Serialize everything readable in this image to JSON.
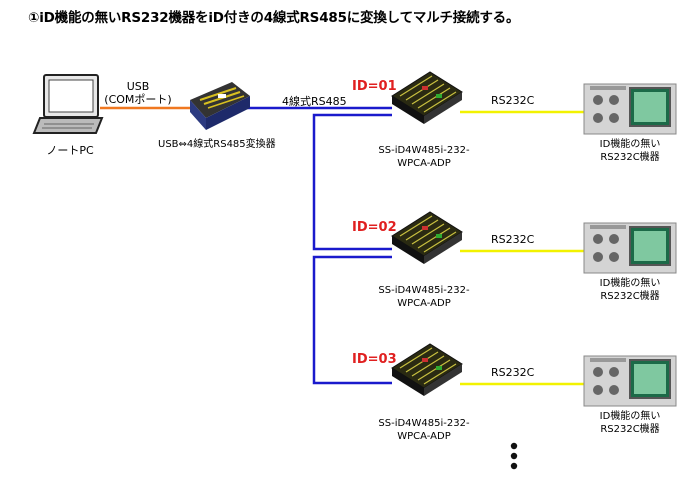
{
  "title": "①iD機能の無いRS232機器をiD付きの4線式RS485に変換してマルチ接続する。",
  "pc": {
    "label": "ノートPC"
  },
  "usb_link": {
    "line1": "USB",
    "line2": "(COMポート)"
  },
  "converter": {
    "label": "USB⇔4線式RS485変換器"
  },
  "bus": {
    "label": "4線式RS485"
  },
  "nodes": [
    {
      "id": "ID=01",
      "device_line1": "SS-iD4W485i-232-",
      "device_line2": "WPCA-ADP",
      "link": "RS232C",
      "target_line1": "ID機能の無い",
      "target_line2": "RS232C機器"
    },
    {
      "id": "ID=02",
      "device_line1": "SS-iD4W485i-232-",
      "device_line2": "WPCA-ADP",
      "link": "RS232C",
      "target_line1": "ID機能の無い",
      "target_line2": "RS232C機器"
    },
    {
      "id": "ID=03",
      "device_line1": "SS-iD4W485i-232-",
      "device_line2": "WPCA-ADP",
      "link": "RS232C",
      "target_line1": "ID機能の無い",
      "target_line2": "RS232C機器"
    }
  ],
  "colors": {
    "usb_line": "#f07820",
    "rs485_line": "#1a1acc",
    "rs232_line": "#f2f200",
    "id_text": "#e02020"
  },
  "icons": {
    "pc": "laptop-icon",
    "converter": "usb-converter-icon",
    "adapter": "circuit-board-icon",
    "equipment": "rs232-device-icon",
    "more": "vertical-ellipsis-icon"
  }
}
